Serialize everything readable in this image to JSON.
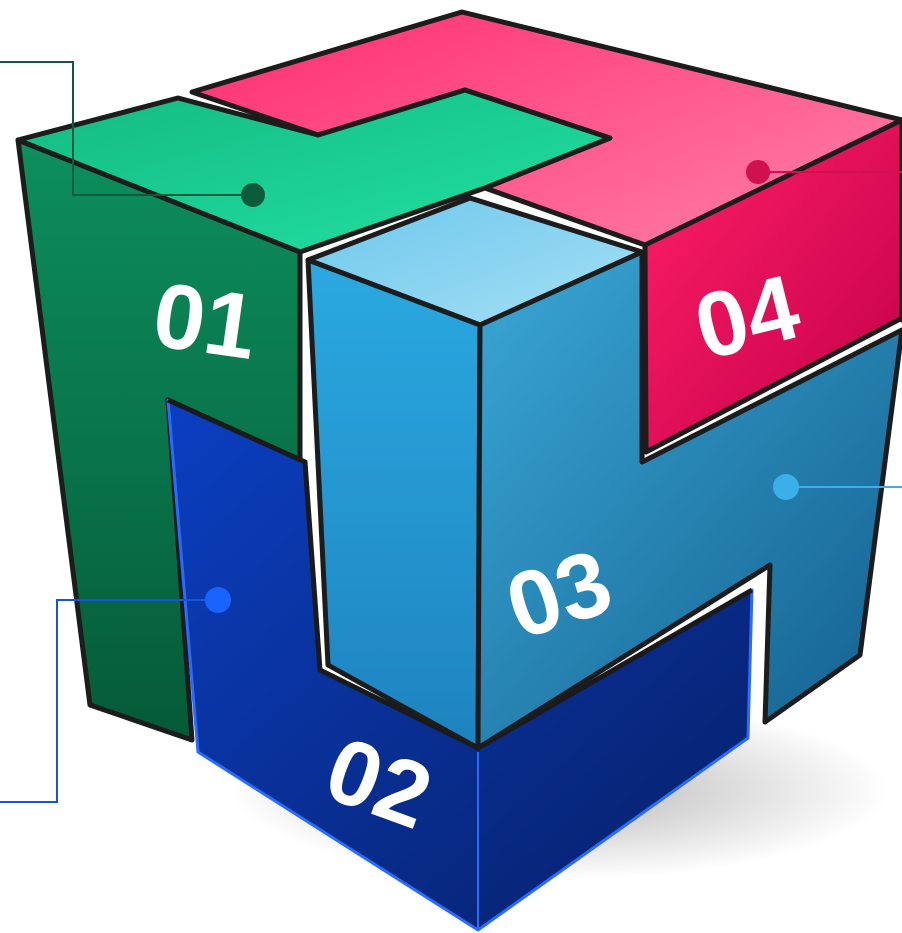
{
  "pieces": [
    {
      "id": "01",
      "label": "01",
      "color": "#0e8c5c",
      "accent": "#1fd99a"
    },
    {
      "id": "02",
      "label": "02",
      "color": "#0a3aa8",
      "accent": "#1257e6"
    },
    {
      "id": "03",
      "label": "03",
      "color": "#2a9fd2",
      "accent": "#7fd3f0"
    },
    {
      "id": "04",
      "label": "04",
      "color": "#e0105a",
      "accent": "#ff7fa8"
    }
  ]
}
